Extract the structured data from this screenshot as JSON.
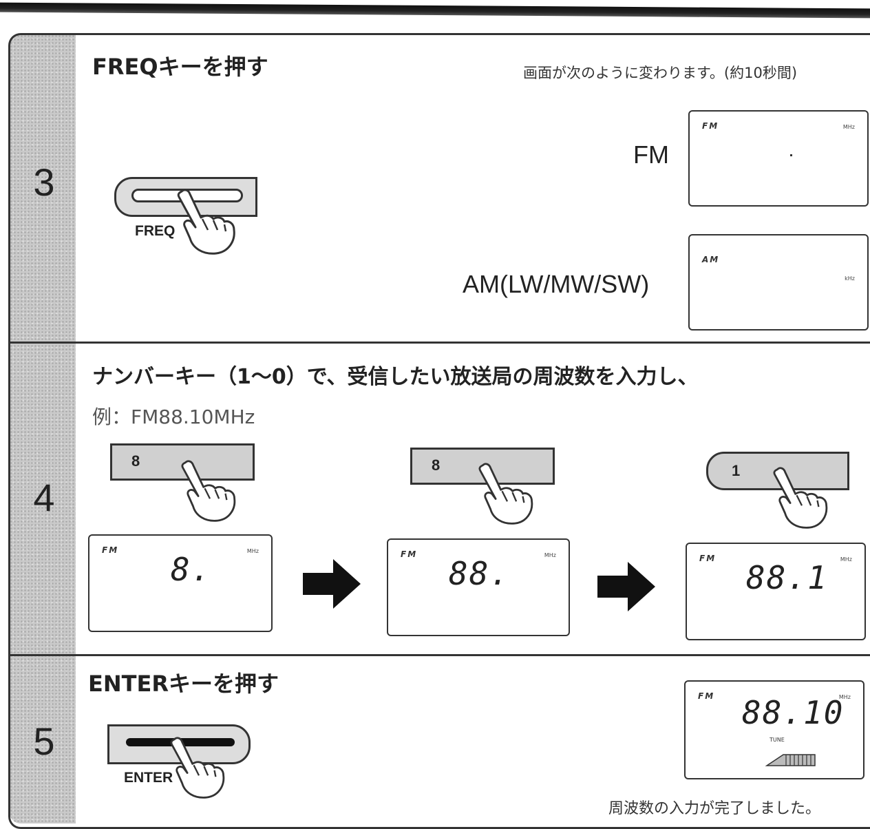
{
  "step3": {
    "number": "3",
    "heading": "FREQキーを押す",
    "note": "画面が次のように変わります。(約10秒間)",
    "key_label": "FREQ",
    "fm_label": "FM",
    "am_label": "AM(LW/MW/SW)",
    "fm_display": {
      "band": "FM",
      "unit": "MHz"
    },
    "am_display": {
      "band": "AM",
      "unit": "kHz"
    }
  },
  "step4": {
    "number": "4",
    "heading": "ナンバーキー（1～0）で、受信したい放送局の周波数を入力し、",
    "example": "例：FM88.10MHz",
    "keys": [
      "8",
      "8",
      "1"
    ],
    "displays": [
      {
        "band": "FM",
        "value": "8.",
        "unit": "MHz"
      },
      {
        "band": "FM",
        "value": "88.",
        "unit": "MHz"
      },
      {
        "band": "FM",
        "value": "88.1",
        "unit": "MHz"
      }
    ]
  },
  "step5": {
    "number": "5",
    "heading": "ENTERキーを押す",
    "key_label": "ENTER",
    "display": {
      "band": "FM",
      "value": "88.10",
      "unit": "MHz",
      "tune_label": "TUNE"
    },
    "note": "周波数の入力が完了しました。"
  }
}
